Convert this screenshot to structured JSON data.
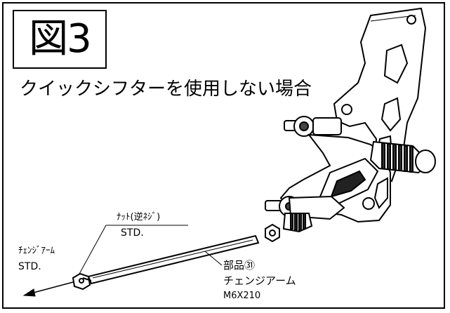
{
  "figure": {
    "number_label": "図3"
  },
  "heading": "クイックシフターを使用しない場合",
  "callouts": {
    "nut": {
      "name": "ﾅｯﾄ(逆ﾈｼﾞ)",
      "spec": "STD."
    },
    "arm_end": {
      "name": "ﾁｪﾝｼﾞｱｰﾑ",
      "spec": "STD."
    },
    "rod": {
      "part": "部品㉛",
      "name": "チェンジアーム",
      "spec": "M6X210"
    }
  }
}
